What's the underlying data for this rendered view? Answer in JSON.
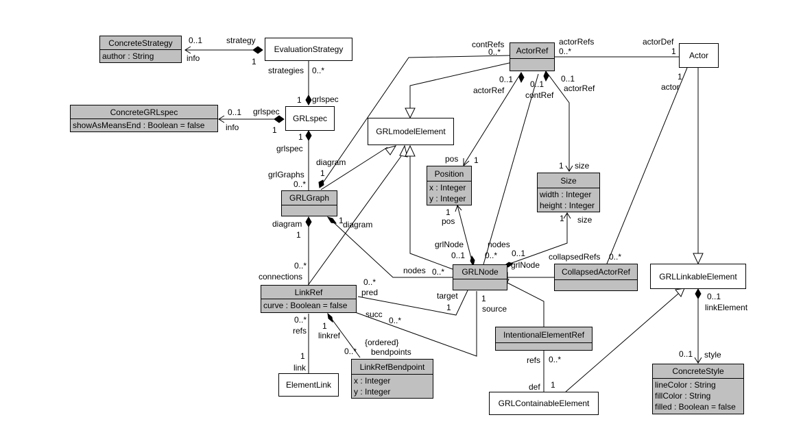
{
  "classes": {
    "concrete_strategy": {
      "name": "ConcreteStrategy",
      "attrs": [
        "author : String"
      ]
    },
    "evaluation_strategy": {
      "name": "EvaluationStrategy",
      "attrs": []
    },
    "concrete_grlspec": {
      "name": "ConcreteGRLspec",
      "attrs": [
        "showAsMeansEnd : Boolean = false"
      ]
    },
    "grlspec": {
      "name": "GRLspec",
      "attrs": []
    },
    "grl_model_element": {
      "name": "GRLmodelElement",
      "attrs": []
    },
    "actor_ref": {
      "name": "ActorRef",
      "attrs": []
    },
    "actor": {
      "name": "Actor",
      "attrs": []
    },
    "position": {
      "name": "Position",
      "attrs": [
        "x : Integer",
        "y : Integer"
      ]
    },
    "size": {
      "name": "Size",
      "attrs": [
        "width : Integer",
        "height : Integer"
      ]
    },
    "grl_graph": {
      "name": "GRLGraph",
      "attrs": []
    },
    "grl_node": {
      "name": "GRLNode",
      "attrs": []
    },
    "collapsed_actor_ref": {
      "name": "CollapsedActorRef",
      "attrs": []
    },
    "grl_linkable_element": {
      "name": "GRLLinkableElement",
      "attrs": []
    },
    "link_ref": {
      "name": "LinkRef",
      "attrs": [
        "curve : Boolean = false"
      ]
    },
    "intentional_element_ref": {
      "name": "IntentionalElementRef",
      "attrs": []
    },
    "link_ref_bendpoint": {
      "name": "LinkRefBendpoint",
      "attrs": [
        "x : Integer",
        "y : Integer"
      ]
    },
    "element_link": {
      "name": "ElementLink",
      "attrs": []
    },
    "grl_containable_element": {
      "name": "GRLContainableElement",
      "attrs": []
    },
    "concrete_style": {
      "name": "ConcreteStyle",
      "attrs": [
        "lineColor : String",
        "fillColor : String",
        "filled : Boolean = false"
      ]
    }
  },
  "labels": {
    "cs_mult": "0..1",
    "cs_role_strategy": "strategy",
    "cs_role_info": "info",
    "cs_es_mult": "1",
    "es_strategies": "strategies",
    "es_strategies_mult": "0..*",
    "es_grlspec_mult": "1",
    "es_grlspec": "grlspec",
    "cg_mult": "0..1",
    "cg_role_grlspec": "grlspec",
    "cg_role_info": "info",
    "cg_spec_mult": "1",
    "gs_mult": "1",
    "gs_role_grlspec": "grlspec",
    "gs_graphs_role": "grlGraphs",
    "gs_graphs_mult": "0..*",
    "ar_contrefs": "contRefs",
    "ar_contrefs_mult": "0..*",
    "ar_actorrefs": "actorRefs",
    "ar_actorrefs_mult": "0..*",
    "ar_actordef": "actorDef",
    "ar_actordef_mult": "1",
    "ar_actorref_mult": "0..1",
    "ar_actorref_role": "actorRef",
    "ar_contref_mult": "0..1",
    "ar_contref_role": "contRef",
    "ar_actorref2_mult": "0..1",
    "ar_actorref2_role": "actorRef",
    "actor_mult": "1",
    "actor_role": "actor",
    "diagram_role": "diagram",
    "diagram_mult": "1",
    "pos_role": "pos",
    "pos_mult": "1",
    "pos_mult2": "1",
    "pos_role2": "pos",
    "size_mult": "1",
    "size_role": "size",
    "size_mult2": "1",
    "size_role2": "size",
    "gg_diagram_role": "diagram",
    "gg_diagram_mult": "1",
    "gg_diagram2_mult": "1",
    "gg_diagram2_role": "diagram",
    "grlnode_role": "grlNode",
    "grlnode_mult": "0..1",
    "nodes_role": "nodes",
    "nodes_mult": "0..*",
    "grlnode2_mult": "0..1",
    "grlnode2_role": "grlNode",
    "collapsed_refs": "collapsedRefs",
    "collapsed_refs_mult": "0..*",
    "nodes2_role": "nodes",
    "nodes2_mult": "0..*",
    "conn_mult": "0..*",
    "conn_role": "connections",
    "pred_mult": "0..*",
    "pred_role": "pred",
    "target_role": "target",
    "target_mult": "1",
    "source_mult": "1",
    "source_role": "source",
    "succ_role": "succ",
    "succ_mult": "0..*",
    "refs_mult": "0..*",
    "refs_role": "refs",
    "linkref_mult": "1",
    "linkref_role": "linkref",
    "ordered": "{ordered}",
    "bendpoints_role": "bendpoints",
    "bendpoints_mult": "0..*",
    "link_mult": "1",
    "link_role": "link",
    "ier_refs_role": "refs",
    "ier_refs_mult": "0..*",
    "def_role": "def",
    "def_mult": "1",
    "le_mult": "0..1",
    "le_role": "linkElement",
    "style_mult": "0..1",
    "style_role": "style"
  }
}
